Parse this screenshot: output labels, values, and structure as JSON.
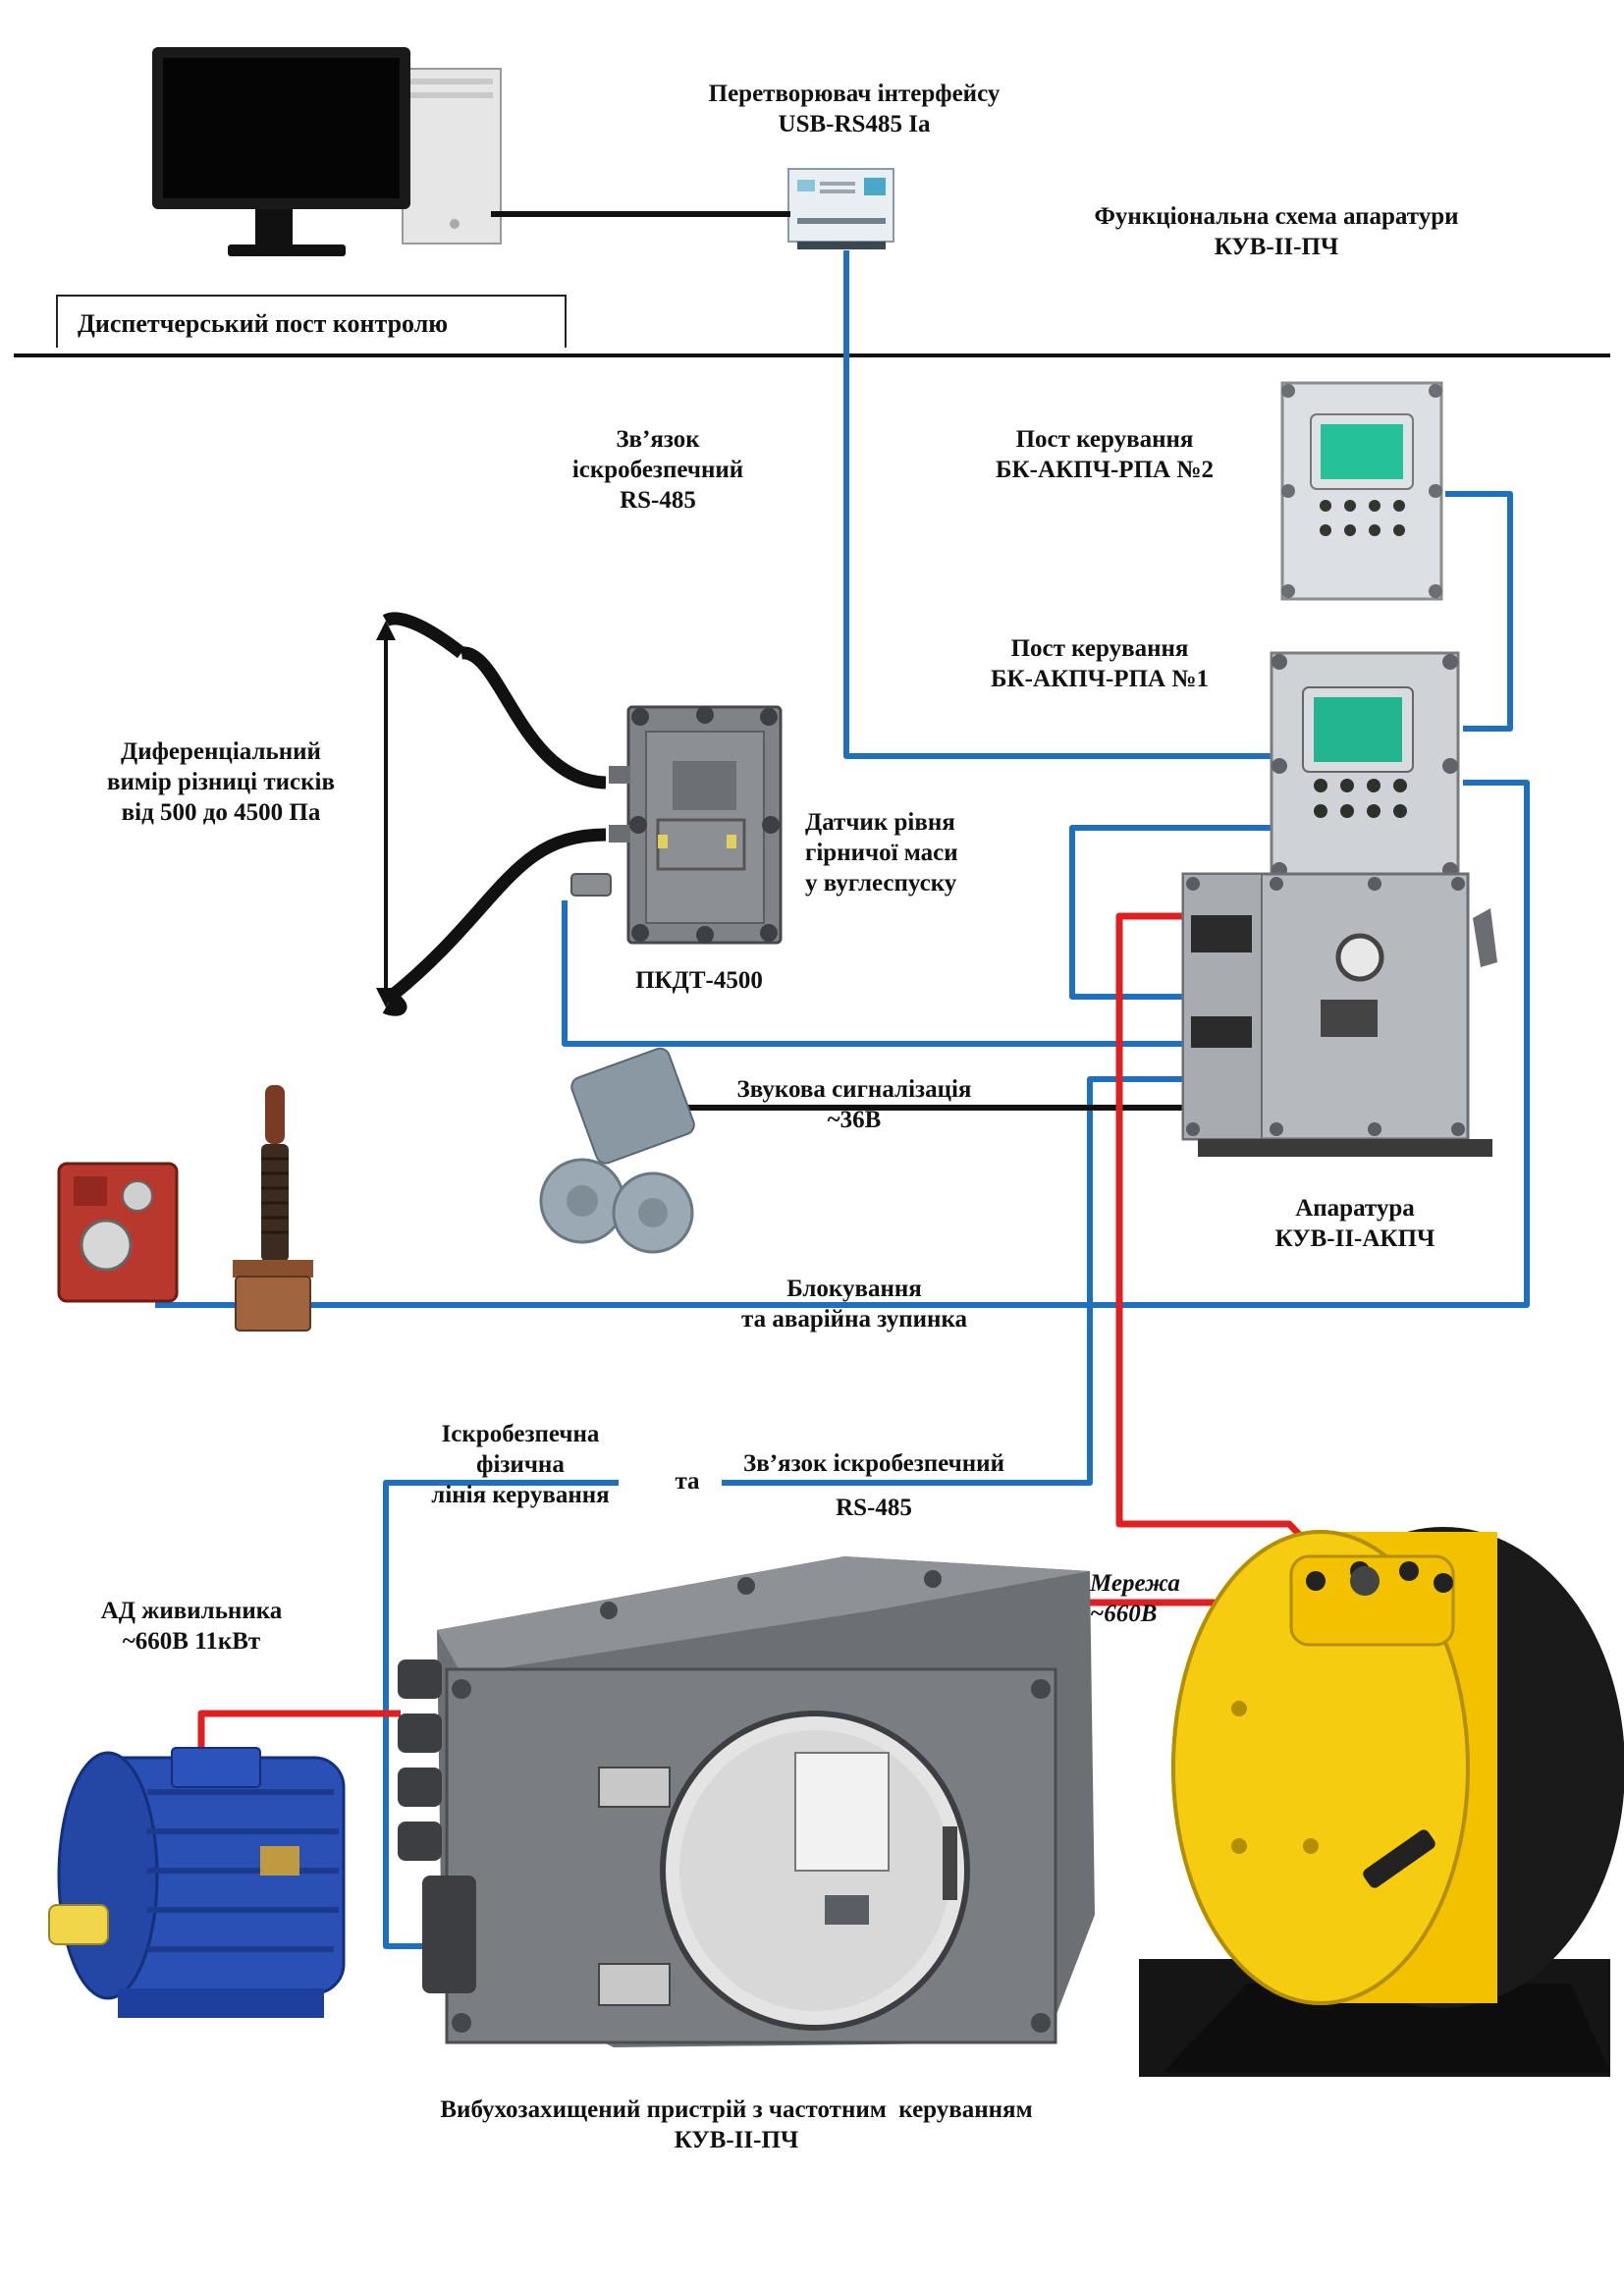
{
  "title": {
    "line1": "Функціональна схема апаратури",
    "line2": "КУВ-ІІ-ПЧ"
  },
  "dispatch": {
    "label": "Диспетчерський пост контролю"
  },
  "converter": {
    "line1": "Перетворювач інтерфейсу",
    "line2": "USB-RS485 Ia"
  },
  "rs485_link": {
    "line1": "Зв’язок",
    "line2": "іскробезпечний",
    "line3": "RS-485"
  },
  "control_post_2": {
    "line1": "Пост керування",
    "line2": "БК-АКПЧ-РПА №2"
  },
  "control_post_1": {
    "line1": "Пост керування",
    "line2": "БК-АКПЧ-РПА №1"
  },
  "differential": {
    "line1": "Диференціальний",
    "line2": "вимір різниці тисків",
    "line3": "від 500 до 4500 Па"
  },
  "level_sensor": {
    "line1": "Датчик рівня",
    "line2": "гірничої маси",
    "line3": "у вуглеспуску"
  },
  "pkdt": {
    "label": "ПКДТ-4500"
  },
  "sound": {
    "line1": "Звукова сигналізація",
    "line2": "~36В"
  },
  "apparatus": {
    "line1": "Апаратура",
    "line2": "КУВ-ІІ-АКПЧ"
  },
  "blocking": {
    "line1": "Блокування",
    "line2": "та аварійна зупинка"
  },
  "physical_line": {
    "line1": "Іскробезпечна",
    "line2": "фізична",
    "line3": "лінія керування",
    "connector": "та"
  },
  "rs485_link_2": {
    "line1": "Зв’язок іскробезпечний",
    "line2": "RS-485"
  },
  "motor": {
    "line1": "АД живильника",
    "line2": "~660В 11кВт"
  },
  "network": {
    "line1": "Мережа",
    "line2": "~660В"
  },
  "vfd": {
    "line1": "Вибухозахищений пристрій з частотним  керуванням",
    "line2": "КУВ-ІІ-ПЧ"
  },
  "colors": {
    "signal_line": "#1f6fbf",
    "power_line": "#e02020",
    "black_line": "#111111",
    "steel": "#8a8c90",
    "yellow_motor": "#f2c200",
    "blue_motor": "#2a4fb5",
    "red_switch": "#b8382e"
  },
  "icons": [
    "computer-icon",
    "converter-icon",
    "control-post-icon",
    "pressure-sensor-icon",
    "siren-icon",
    "emergency-switch-icon",
    "cable-sensor-icon",
    "apparatus-icon",
    "vfd-cabinet-icon",
    "electric-motor-icon",
    "transformer-icon"
  ]
}
